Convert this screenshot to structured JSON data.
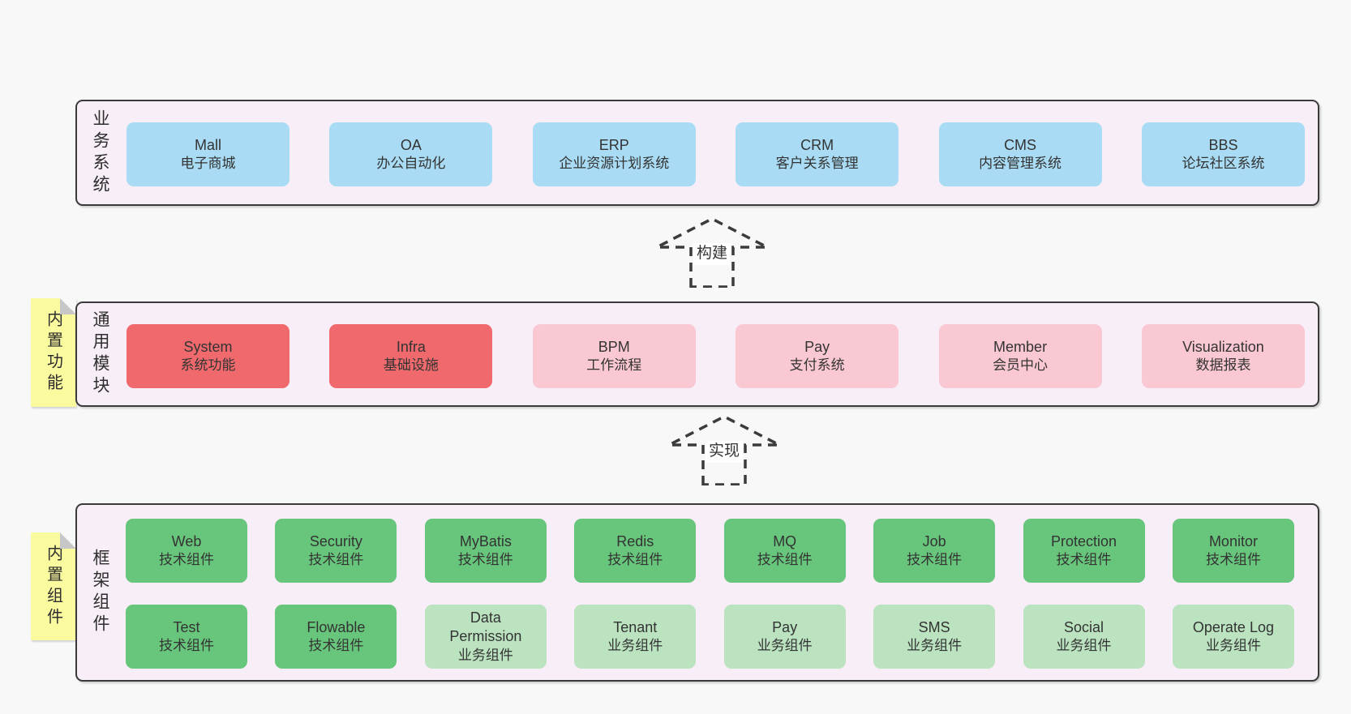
{
  "colors": {
    "background": "#f8f8f8",
    "panel": "#f7eef7",
    "border": "#3a3a3a",
    "note": "#fafa9e",
    "blue": "#a9dcf4",
    "red": "#f06a6d",
    "pink": "#fac8d2",
    "green": "#68c67c",
    "lightgreen": "#bbe3c0"
  },
  "arrows": [
    {
      "label": "构建"
    },
    {
      "label": "实现"
    }
  ],
  "sections": {
    "business": {
      "label": "业务系统",
      "boxes": [
        {
          "en": "Mall",
          "zh": "电子商城",
          "color": "blue"
        },
        {
          "en": "OA",
          "zh": "办公自动化",
          "color": "blue"
        },
        {
          "en": "ERP",
          "zh": "企业资源计划系统",
          "color": "blue"
        },
        {
          "en": "CRM",
          "zh": "客户关系管理",
          "color": "blue"
        },
        {
          "en": "CMS",
          "zh": "内容管理系统",
          "color": "blue"
        },
        {
          "en": "BBS",
          "zh": "论坛社区系统",
          "color": "blue"
        }
      ]
    },
    "modules": {
      "label": "通用模块",
      "note": "内置功能",
      "boxes": [
        {
          "en": "System",
          "zh": "系统功能",
          "color": "red"
        },
        {
          "en": "Infra",
          "zh": "基础设施",
          "color": "red"
        },
        {
          "en": "BPM",
          "zh": "工作流程",
          "color": "pink"
        },
        {
          "en": "Pay",
          "zh": "支付系统",
          "color": "pink"
        },
        {
          "en": "Member",
          "zh": "会员中心",
          "color": "pink"
        },
        {
          "en": "Visualization",
          "zh": "数据报表",
          "color": "pink"
        }
      ]
    },
    "components": {
      "label": "框架组件",
      "note": "内置组件",
      "rows": [
        [
          {
            "en": "Web",
            "zh": "技术组件",
            "color": "green"
          },
          {
            "en": "Security",
            "zh": "技术组件",
            "color": "green"
          },
          {
            "en": "MyBatis",
            "zh": "技术组件",
            "color": "green"
          },
          {
            "en": "Redis",
            "zh": "技术组件",
            "color": "green"
          },
          {
            "en": "MQ",
            "zh": "技术组件",
            "color": "green"
          },
          {
            "en": "Job",
            "zh": "技术组件",
            "color": "green"
          },
          {
            "en": "Protection",
            "zh": "技术组件",
            "color": "green"
          },
          {
            "en": "Monitor",
            "zh": "技术组件",
            "color": "green"
          }
        ],
        [
          {
            "en": "Test",
            "zh": "技术组件",
            "color": "green"
          },
          {
            "en": "Flowable",
            "zh": "技术组件",
            "color": "green"
          },
          {
            "en": "Data\nPermission",
            "zh": "业务组件",
            "color": "lightgreen"
          },
          {
            "en": "Tenant",
            "zh": "业务组件",
            "color": "lightgreen"
          },
          {
            "en": "Pay",
            "zh": "业务组件",
            "color": "lightgreen"
          },
          {
            "en": "SMS",
            "zh": "业务组件",
            "color": "lightgreen"
          },
          {
            "en": "Social",
            "zh": "业务组件",
            "color": "lightgreen"
          },
          {
            "en": "Operate Log",
            "zh": "业务组件",
            "color": "lightgreen"
          }
        ]
      ]
    }
  }
}
